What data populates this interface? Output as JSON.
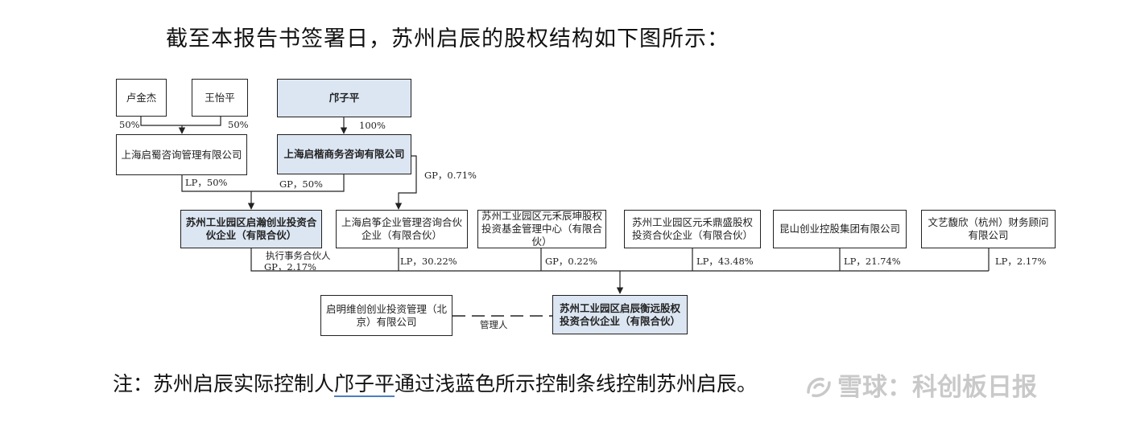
{
  "heading": "截至本报告书签署日，苏州启辰的股权结构如下图所示：",
  "footnote": {
    "prefix": "注：苏州启辰实际控制人",
    "name": "邝子平",
    "suffix": "通过浅蓝色所示控制条线控制苏州启辰。"
  },
  "watermark": {
    "logo_icon": "snowball-logo-icon",
    "text": "雪球：科创板日报"
  },
  "chart": {
    "colors": {
      "highlight": "#dce6f2",
      "line": "#222222"
    },
    "nodes": {
      "lu": "卢金杰",
      "wang": "王怡平",
      "kuang": "邝子平",
      "qishu": "上海启蜀咨询管理有限公司",
      "qikai": "上海启楷商务咨询有限公司",
      "qihan": "苏州工业园区启瀚创业投资合伙企业（有限合伙）",
      "qizheng": "上海启筝企业管理咨询合伙企业（有限合伙）",
      "yuanhe_chenkun": "苏州工业园区元禾辰坤股权投资基金管理中心（有限合伙）",
      "yuanhe_dingsheng": "苏州工业园区元禾鼎盛股权投资合伙企业（有限合伙）",
      "kunshan": "昆山创业控股集团有限公司",
      "wenyi": "文艺馥欣（杭州）财务顾问有限公司",
      "qiming": "启明维创创业投资管理（北京）有限公司",
      "qichen": "苏州工业园区启辰衡远股权投资合伙企业（有限合伙）"
    },
    "labels": {
      "lu_pct": "50%",
      "wang_pct": "50%",
      "kuang_pct": "100%",
      "qikai_gp": "GP，0.71%",
      "qishu_lp": "LP，50%",
      "qikai_gp50": "GP，50%",
      "qihan_role": "执行事务合伙人",
      "qihan_gp": "GP，2.17%",
      "qizheng_lp": "LP，30.22%",
      "chenkun_gp": "GP，0.22%",
      "dingsheng_lp": "LP，43.48%",
      "kunshan_lp": "LP，21.74%",
      "wenyi_lp": "LP，2.17%",
      "manager": "管理人"
    }
  }
}
